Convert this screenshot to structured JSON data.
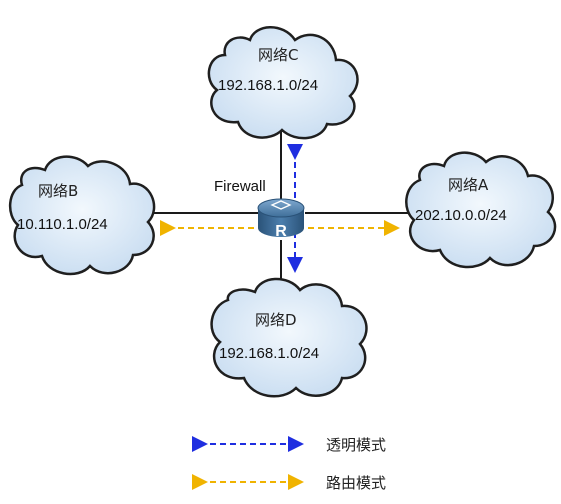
{
  "colors": {
    "cloud_fill": "#d6e7f7",
    "cloud_stroke": "#1f1f1f",
    "link": "#1a1a1a",
    "transparent_mode": "#1f2ee0",
    "routing_mode": "#f0b300",
    "router_body": "#2b5f8a"
  },
  "icons": {
    "router": "router-icon"
  },
  "firewall": {
    "label": "Firewall",
    "glyph": "R"
  },
  "networks": {
    "c": {
      "name": "网络C",
      "address": "192.168.1.0/24"
    },
    "b": {
      "name": "网络B",
      "address": "10.110.1.0/24"
    },
    "a": {
      "name": "网络A",
      "address": "202.10.0.0/24"
    },
    "d": {
      "name": "网络D",
      "address": "192.168.1.0/24"
    }
  },
  "legend": {
    "transparent_label": "透明模式",
    "routing_label": "路由模式"
  }
}
